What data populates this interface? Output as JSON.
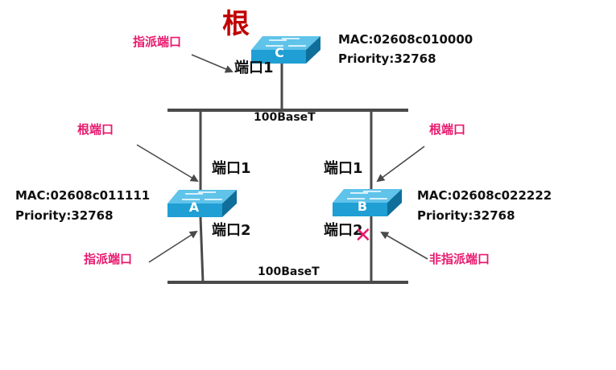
{
  "root_title": "根",
  "segments": {
    "top": "100BaseT",
    "bottom": "100BaseT"
  },
  "switches": {
    "c": {
      "letter": "C",
      "mac": "MAC:02608c010000",
      "priority": "Priority:32768",
      "port1": "端口1"
    },
    "a": {
      "letter": "A",
      "mac": "MAC:02608c011111",
      "priority": "Priority:32768",
      "port1": "端口1",
      "port2": "端口2"
    },
    "b": {
      "letter": "B",
      "mac": "MAC:02608c022222",
      "priority": "Priority:32768",
      "port1": "端口1",
      "port2": "端口2"
    }
  },
  "roles": {
    "c_port1": "指派端口",
    "a_port1": "根端口",
    "a_port2": "指派端口",
    "b_port1": "根端口",
    "b_port2": "非指派端口"
  },
  "blocked_mark": "✕",
  "colors": {
    "switch_face": "#1f9fd4",
    "switch_top": "#5fc3ea",
    "switch_side": "#0f6f9a",
    "line": "#4a4a4a",
    "role_text": "#e8196e",
    "root_text": "#c00000"
  }
}
